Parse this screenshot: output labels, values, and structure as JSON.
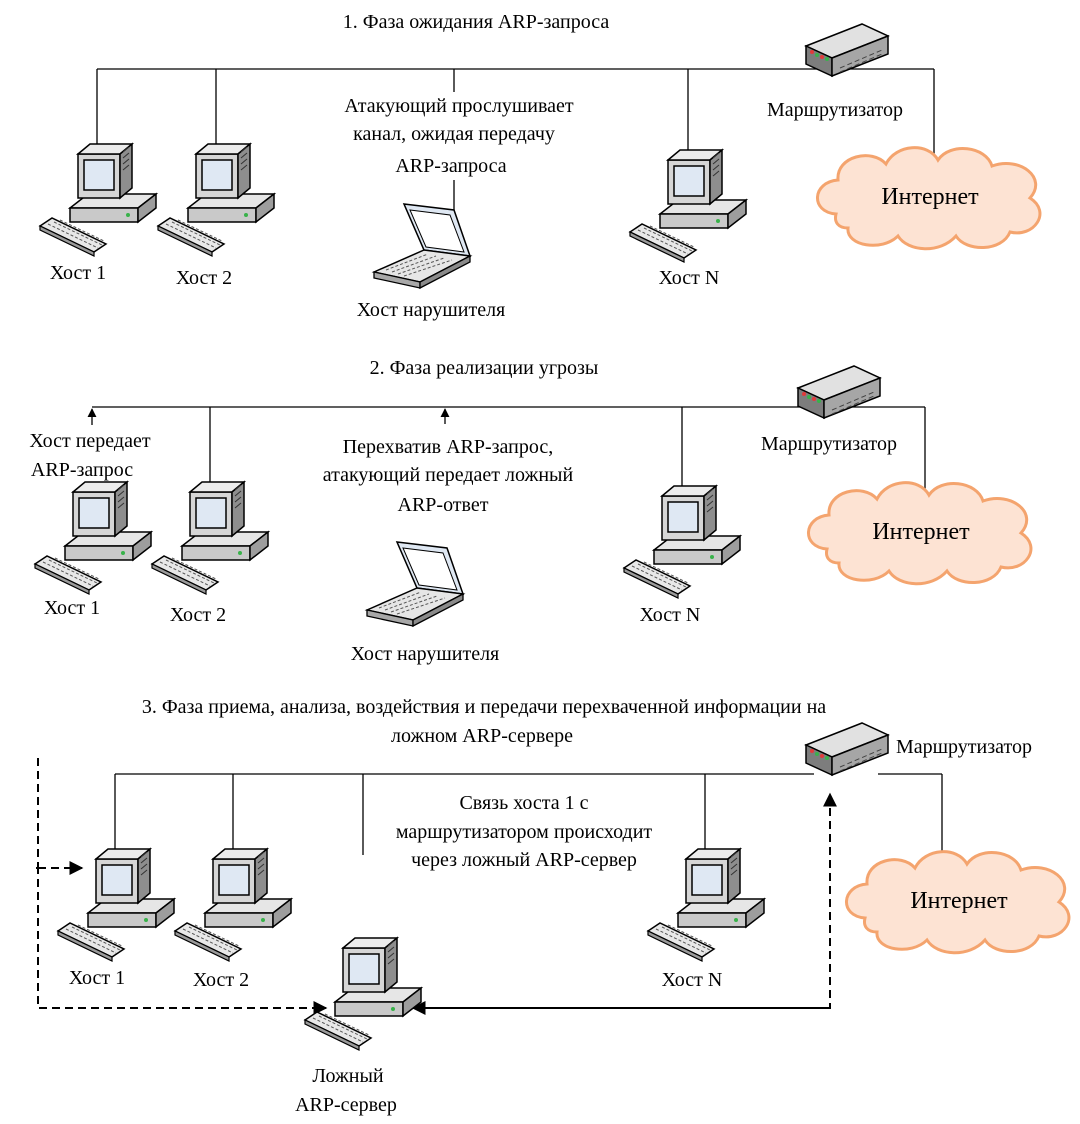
{
  "phase1": {
    "title": "1. Фаза ожидания ARP-запроса",
    "host1": "Хост 1",
    "host2": "Хост 2",
    "hostN": "Хост N",
    "attacker": "Хост нарушителя",
    "note": [
      "Атакующий прослушивает",
      "канал, ожидая передачу",
      "ARP-запроса"
    ],
    "router": "Маршрутизатор",
    "internet": "Интернет"
  },
  "phase2": {
    "title": "2. Фаза реализации угрозы",
    "host1": "Хост 1",
    "host2": "Хост 2",
    "hostN": "Хост N",
    "attacker": "Хост нарушителя",
    "host_note": [
      "Хост передает",
      "ARP-запрос"
    ],
    "note": [
      "Перехватив ARP-запрос,",
      "атакующий передает ложный",
      "ARP-ответ"
    ],
    "router": "Маршрутизатор",
    "internet": "Интернет"
  },
  "phase3": {
    "title": [
      "3. Фаза приема, анализа, воздействия и передачи перехваченной информации на",
      "ложном ARP-сервере"
    ],
    "host1": "Хост 1",
    "host2": "Хост 2",
    "hostN": "Хост N",
    "fake_server": [
      "Ложный",
      "ARP-сервер"
    ],
    "note": [
      "Связь хоста 1 с",
      "маршрутизатором происходит",
      "через ложный ARP-сервер"
    ],
    "router": "Маршрутизатор",
    "internet": "Интернет"
  },
  "colors": {
    "line": "#000000",
    "cloud_fill": "#fde3d3",
    "cloud_stroke": "#f4a46e",
    "screen": "#dfe8f3",
    "router_body": "#9a9a9a",
    "led_green": "#38b24a",
    "led_red": "#e23a3a"
  },
  "icons": [
    "desktop-computer-icon",
    "laptop-icon",
    "router-icon",
    "cloud-icon"
  ]
}
